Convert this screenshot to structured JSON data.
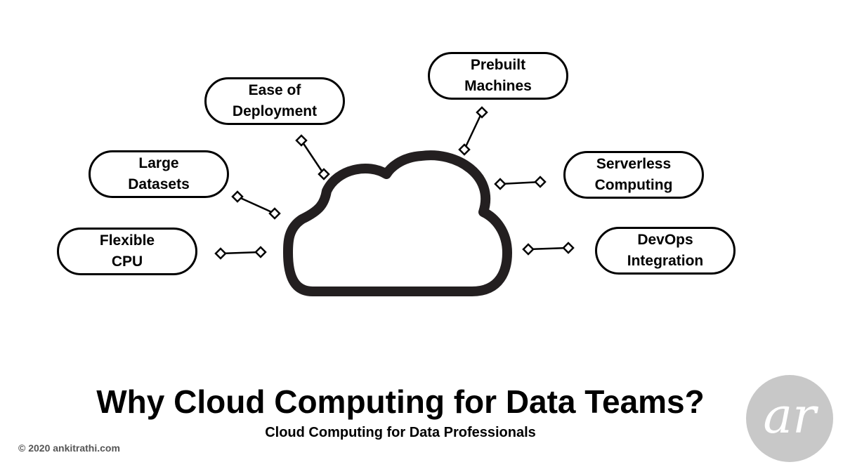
{
  "diagram": {
    "nodes": [
      {
        "id": "flexible-cpu",
        "lines": [
          "Flexible",
          "CPU"
        ]
      },
      {
        "id": "large-datasets",
        "lines": [
          "Large",
          "Datasets"
        ]
      },
      {
        "id": "ease-of-deployment",
        "lines": [
          "Ease of",
          "Deployment"
        ]
      },
      {
        "id": "prebuilt-machines",
        "lines": [
          "Prebuilt",
          "Machines"
        ]
      },
      {
        "id": "serverless-computing",
        "lines": [
          "Serverless",
          "Computing"
        ]
      },
      {
        "id": "devops-integration",
        "lines": [
          "DevOps",
          "Integration"
        ]
      }
    ],
    "center": {
      "shape": "cloud-icon"
    },
    "connector_style": "line with diamond ends"
  },
  "title": "Why Cloud Computing for Data Teams?",
  "subtitle": "Cloud Computing for Data Professionals",
  "copyright": "©  2020  ankitrathi.com",
  "logo": {
    "text": "ar",
    "color": "#c8c8c8"
  }
}
